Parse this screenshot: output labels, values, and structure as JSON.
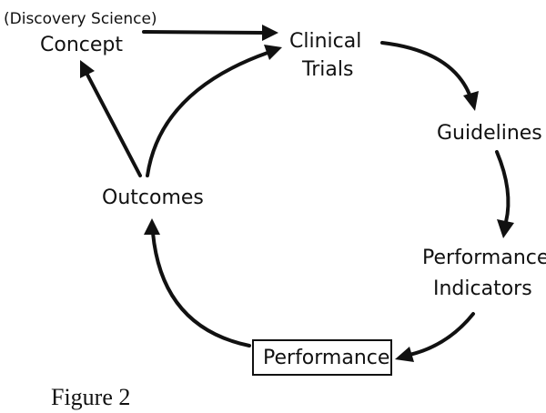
{
  "diagram": {
    "nodes": {
      "discovery": "(Discovery Science)",
      "concept": "Concept",
      "clinical_line1": "Clinical",
      "clinical_line2": "Trials",
      "guidelines": "Guidelines",
      "performance_indicators_line1": "Performance",
      "performance_indicators_line2": "Indicators",
      "performance": "Performance",
      "outcomes": "Outcomes"
    },
    "edges": [
      [
        "Concept",
        "Clinical Trials"
      ],
      [
        "Clinical Trials",
        "Guidelines"
      ],
      [
        "Guidelines",
        "Performance Indicators"
      ],
      [
        "Performance Indicators",
        "Performance"
      ],
      [
        "Performance",
        "Outcomes"
      ],
      [
        "Outcomes",
        "Concept"
      ],
      [
        "Outcomes",
        "Clinical Trials"
      ]
    ],
    "colors": {
      "ink": "#111111",
      "background": "#ffffff"
    }
  },
  "caption": "Figure 2"
}
